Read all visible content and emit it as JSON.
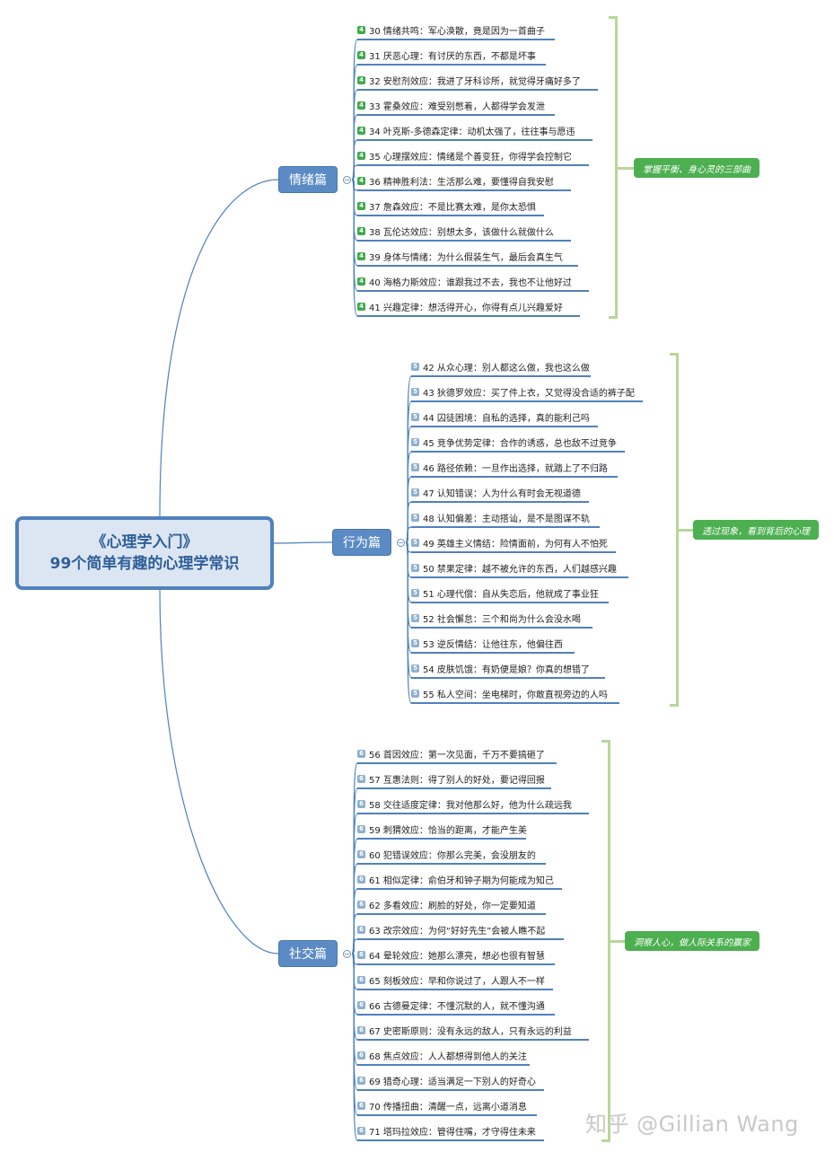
{
  "central": {
    "line1": "《心理学入门》",
    "line2": "99个简单有趣的心理学常识"
  },
  "branches": [
    {
      "label": "情绪篇",
      "summary": "掌握平衡、身心灵的三部曲",
      "badge": "4",
      "items": [
        "30 情绪共鸣：军心涣散，竟是因为一首曲子",
        "31 厌恶心理：有讨厌的东西，不都是坏事",
        "32 安慰剂效应：我进了牙科诊所，就觉得牙痛好多了",
        "33 霍桑效应：难受别憋着，人都得学会发泄",
        "34 叶克斯-多德森定律：动机太强了，往往事与愿违",
        "35 心理摆效应：情绪是个善变狂，你得学会控制它",
        "36 精神胜利法：生活那么难，要懂得自我安慰",
        "37 詹森效应：不是比赛太难，是你太恐惧",
        "38 瓦伦达效应：别想太多，该做什么就做什么",
        "39 身体与情绪：为什么假装生气，最后会真生气",
        "40 海格力斯效应：谁跟我过不去，我也不让他好过",
        "41 兴趣定律：想活得开心，你得有点儿兴趣爱好"
      ]
    },
    {
      "label": "行为篇",
      "summary": "透过现象，看到背后的心理",
      "badge": "5",
      "items": [
        "42 从众心理：别人都这么做，我也这么做",
        "43 狄德罗效应：买了件上衣，又觉得没合适的裤子配",
        "44 囚徒困境：自私的选择，真的能利己吗",
        "45 竞争优势定律：合作的诱惑，总也敌不过竞争",
        "46 路径依赖：一旦作出选择，就踏上了不归路",
        "47 认知错误：人为什么有时会无视道德",
        "48 认知偏差：主动搭讪，是不是图谋不轨",
        "49 英雄主义情结：险情面前，为何有人不怕死",
        "50 禁果定律：越不被允许的东西，人们越感兴趣",
        "51 心理代偿：自从失恋后，他就成了事业狂",
        "52 社会懈怠：三个和尚为什么会没水喝",
        "53 逆反情结：让他往东，他偏往西",
        "54 皮肤饥饿：有奶便是娘？你真的想错了",
        "55 私人空间：坐电梯时，你敢直视旁边的人吗"
      ]
    },
    {
      "label": "社交篇",
      "summary": "洞察人心，做人际关系的赢家",
      "badge": "6",
      "items": [
        "56 首因效应：第一次见面，千万不要搞砸了",
        "57 互惠法则：得了别人的好处，要记得回报",
        "58 交往适度定律：我对他那么好，他为什么疏远我",
        "59 刺猬效应：恰当的距离，才能产生美",
        "60 犯错误效应：你那么完美，会没朋友的",
        "61 相似定律：俞伯牙和钟子期为何能成为知己",
        "62 多看效应：刷脸的好处，你一定要知道",
        "63 改宗效应：为何“好好先生”会被人瞧不起",
        "64 晕轮效应：她那么漂亮，想必也很有智慧",
        "65 刻板效应：早和你说过了，人跟人不一样",
        "66 古德曼定律：不懂沉默的人，就不懂沟通",
        "67 史密斯原则：没有永远的敌人，只有永远的利益",
        "68 焦点效应：人人都想得到他人的关注",
        "69 猎奇心理：适当满足一下别人的好奇心",
        "70 传播扭曲：清醒一点，远离小道消息",
        "71 塔玛拉效应：管得住嘴，才守得住未来"
      ]
    }
  ],
  "colors": {
    "central_border": "#4f81bd",
    "central_fill": "#dce6f2",
    "branch_fill": "#5b8bc5",
    "connector": "#4f81bd",
    "bracket": "#b8d79a",
    "summary_fill": "#4caf50"
  },
  "collapse_symbol": "−",
  "watermark": "知乎 @Gillian Wang"
}
